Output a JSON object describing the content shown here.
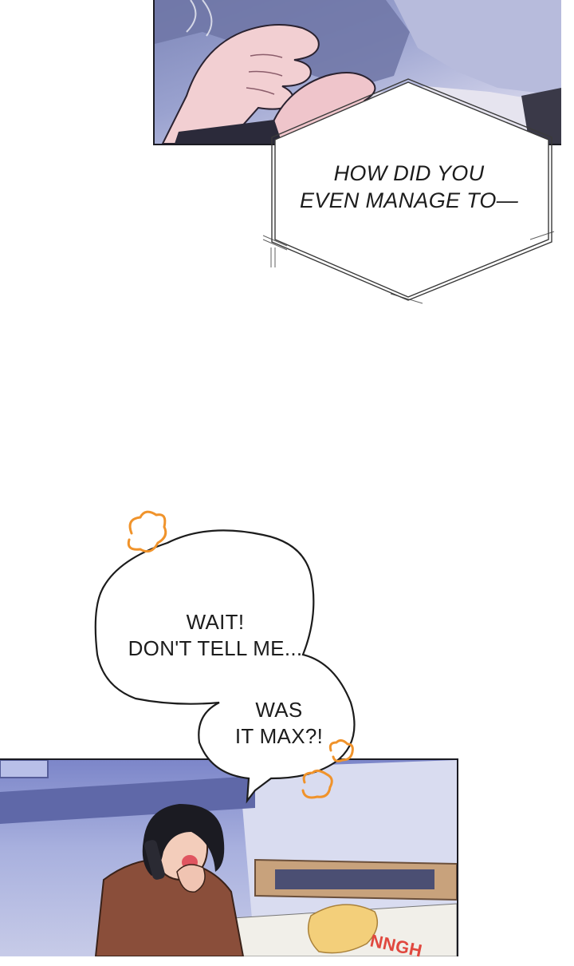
{
  "narration_box": {
    "lines": [
      "HOW DID YOU",
      "EVEN MANAGE TO—"
    ]
  },
  "speech_bubble": {
    "upper_lines": [
      "WAIT!",
      "DON'T TELL ME..."
    ],
    "lower_lines": [
      "WAS",
      "IT MAX?!"
    ]
  },
  "sound_effect": {
    "text": "NNGH"
  },
  "colors": {
    "panel_sky": "#8c95c9",
    "outline": "#1b1b22",
    "anger_mark": "#f0932b",
    "sfx": "#e0483f"
  }
}
